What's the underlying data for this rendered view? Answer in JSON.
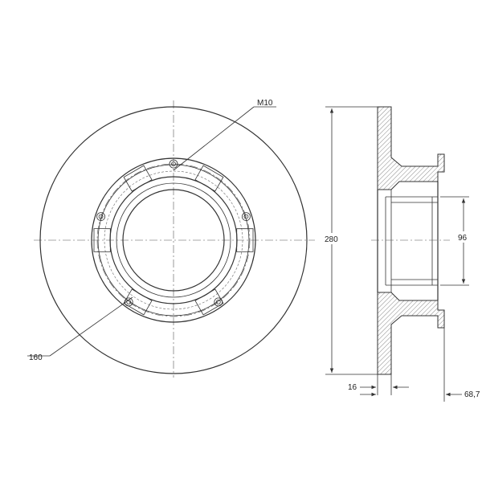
{
  "labels": {
    "thread": "M10",
    "pcd": "160",
    "outer_diameter": "280",
    "center_bore": "96",
    "thickness": "16",
    "height": "68,7"
  },
  "colors": {
    "line": "#333333",
    "background": "#ffffff"
  }
}
